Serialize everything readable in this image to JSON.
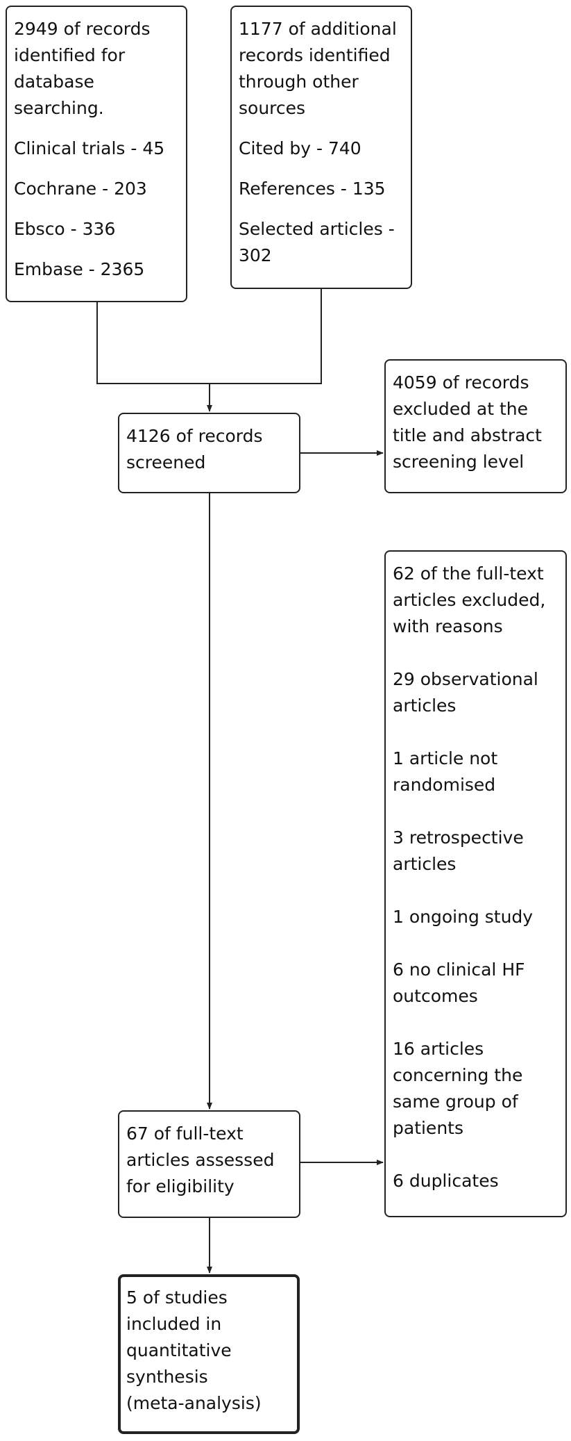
{
  "boxes": {
    "database_search": {
      "lines": [
        "2949 of records",
        "identified for",
        "database",
        "searching."
      ],
      "sources": [
        "Clinical trials - 45",
        "Cochrane - 203",
        "Ebsco - 336",
        "Embase - 2365"
      ]
    },
    "other_sources": {
      "lines": [
        "1177 of additional",
        "records identified",
        "through other",
        "sources"
      ],
      "sources": [
        [
          "Cited by - 740"
        ],
        [
          "References - 135"
        ],
        [
          "Selected articles -",
          "302"
        ]
      ]
    },
    "screened": {
      "lines": [
        "4126 of records",
        "screened"
      ]
    },
    "excluded_title_abstract": {
      "lines": [
        "4059 of records",
        "excluded at the",
        "title and abstract",
        "screening level"
      ]
    },
    "full_text_assessed": {
      "lines": [
        "67 of full-text",
        "articles assessed",
        "for eligibility"
      ]
    },
    "full_text_excluded": {
      "header": [
        "62 of the full-text",
        "articles excluded,",
        "with reasons"
      ],
      "reasons": [
        [
          "29 observational",
          "articles"
        ],
        [
          "1 article not",
          "randomised"
        ],
        [
          "3 retrospective",
          "articles"
        ],
        [
          "1 ongoing study"
        ],
        [
          "6 no clinical HF",
          "outcomes"
        ],
        [
          "16 articles",
          "concerning the",
          "same group of",
          "patients"
        ],
        [
          "6 duplicates"
        ]
      ]
    },
    "included": {
      "lines": [
        "5 of studies",
        "included in",
        "quantitative",
        "synthesis",
        "(meta-analysis)"
      ]
    }
  }
}
